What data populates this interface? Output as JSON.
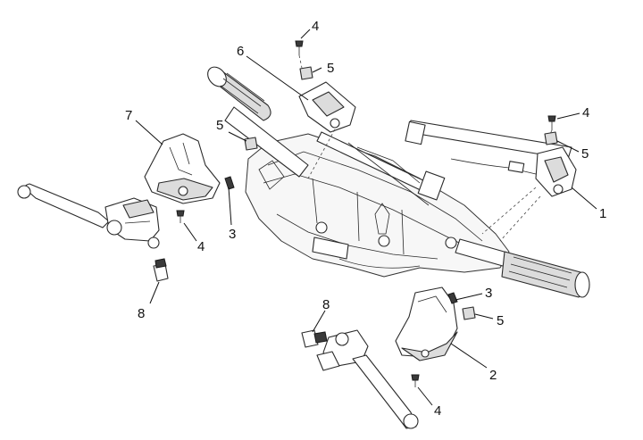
{
  "diagram": {
    "callouts": [
      {
        "id": "c4a",
        "label": "4"
      },
      {
        "id": "c6",
        "label": "6"
      },
      {
        "id": "c5a",
        "label": "5"
      },
      {
        "id": "c7",
        "label": "7"
      },
      {
        "id": "c5b",
        "label": "5"
      },
      {
        "id": "c3a",
        "label": "3"
      },
      {
        "id": "c4b",
        "label": "4"
      },
      {
        "id": "c8a",
        "label": "8"
      },
      {
        "id": "c4c",
        "label": "4"
      },
      {
        "id": "c5c",
        "label": "5"
      },
      {
        "id": "c1",
        "label": "1"
      },
      {
        "id": "c3b",
        "label": "3"
      },
      {
        "id": "c5d",
        "label": "5"
      },
      {
        "id": "c8b",
        "label": "8"
      },
      {
        "id": "c2",
        "label": "2"
      },
      {
        "id": "c4d",
        "label": "4"
      }
    ]
  }
}
